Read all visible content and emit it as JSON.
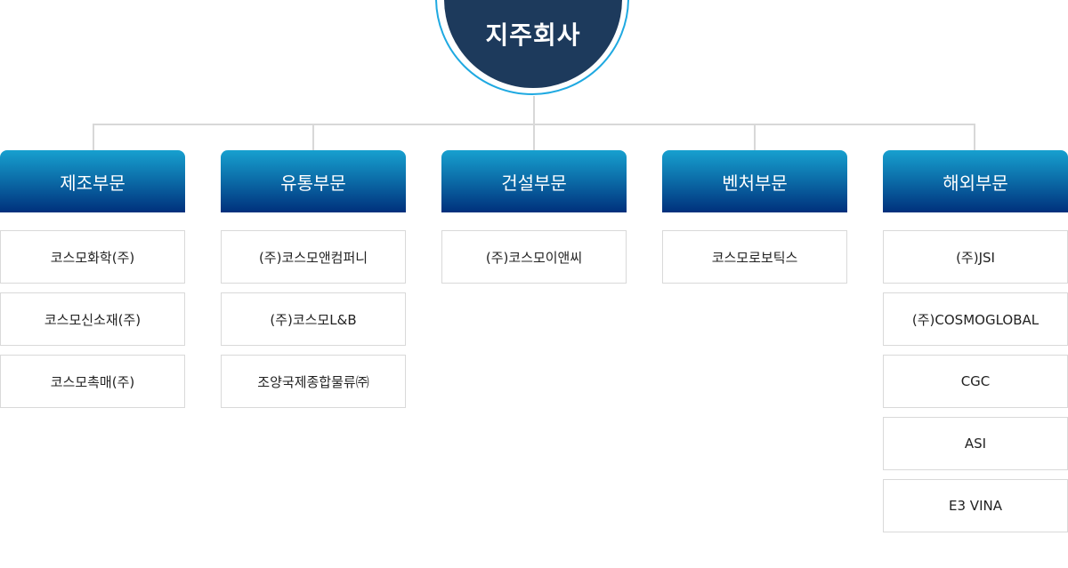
{
  "root": {
    "label": "지주회사"
  },
  "colors": {
    "root_fill": "#1d3a5c",
    "root_ring": "#1fa9e1",
    "division_top": "#17a0cf",
    "division_bottom": "#00307c",
    "connector": "#d8d8d8",
    "company_border": "#d9d9d9"
  },
  "divisions": [
    {
      "label": "제조부문",
      "companies": [
        "코스모화학(주)",
        "코스모신소재(주)",
        "코스모촉매(주)"
      ]
    },
    {
      "label": "유통부문",
      "companies": [
        "(주)코스모앤컴퍼니",
        "(주)코스모L&B",
        "조양국제종합물류㈜"
      ]
    },
    {
      "label": "건설부문",
      "companies": [
        "(주)코스모이앤씨"
      ]
    },
    {
      "label": "벤처부문",
      "companies": [
        "코스모로보틱스"
      ]
    },
    {
      "label": "해외부문",
      "companies": [
        "(주)JSI",
        "(주)COSMOGLOBAL",
        "CGC",
        "ASI",
        "E3 VINA"
      ]
    }
  ]
}
